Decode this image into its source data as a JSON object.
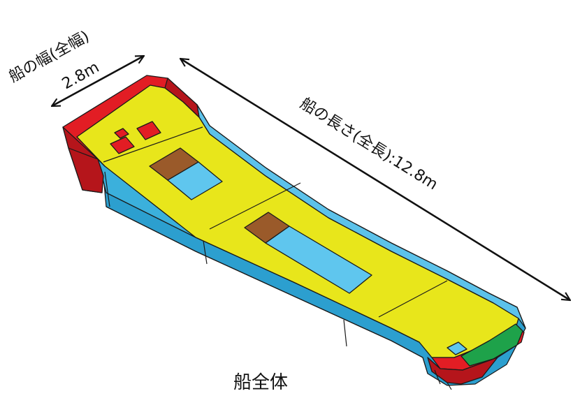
{
  "labels": {
    "width_title": "船の幅(全幅)",
    "width_value": "2.8m",
    "length_label": "船の長さ(全長):12.8m",
    "caption": "船全体"
  },
  "colors": {
    "hull_blue": "#2c9fcf",
    "hull_blue_light": "#5cc2ea",
    "deck_yellow": "#e8e61b",
    "bulwark_red": "#e21d24",
    "bulwark_red_dark": "#b5151b",
    "hatch_brown": "#9a5a2a",
    "hatch_cyan": "#5fc6ee",
    "bow_green": "#1ea24a",
    "line": "#1a1a1a"
  }
}
